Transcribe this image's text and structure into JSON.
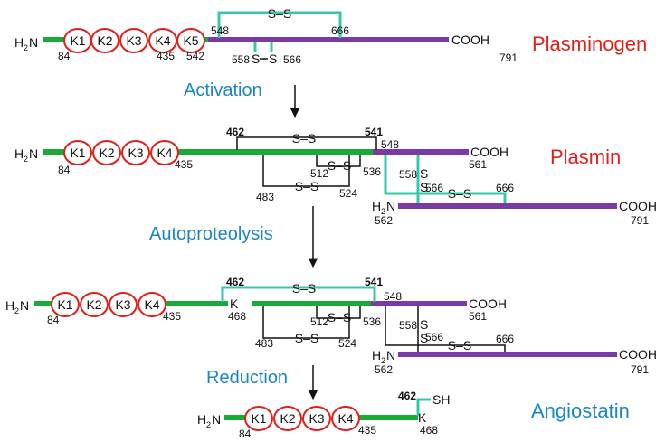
{
  "titles": {
    "plasminogen": "Plasminogen",
    "plasmin": "Plasmin",
    "angiostatin": "Angiostatin"
  },
  "steps": {
    "activation": "Activation",
    "autoproteolysis": "Autoproteolysis",
    "reduction": "Reduction"
  },
  "labels": {
    "h": "H",
    "n": "N",
    "two": "2",
    "cooh": "COOH",
    "ss": "S–S",
    "s": "S",
    "sh": "SH",
    "k": "K"
  },
  "kringles": [
    "K1",
    "K2",
    "K3",
    "K4",
    "K5"
  ],
  "residues": {
    "r84": "84",
    "r435": "435",
    "r462": "462",
    "r468": "468",
    "r483": "483",
    "r512": "512",
    "r524": "524",
    "r536": "536",
    "r541": "541",
    "r542": "542",
    "r548": "548",
    "r558": "558",
    "r561": "561",
    "r562": "562",
    "r566": "566",
    "r666": "666",
    "r791": "791"
  },
  "colors": {
    "heavy_chain": "#1aaa3a",
    "light_chain": "#7a3aa6",
    "disulfide_highlight": "#34c8a8",
    "kringle_ring": "#e0201b",
    "title_red": "#e0201b",
    "title_blue": "#1a86c8"
  }
}
